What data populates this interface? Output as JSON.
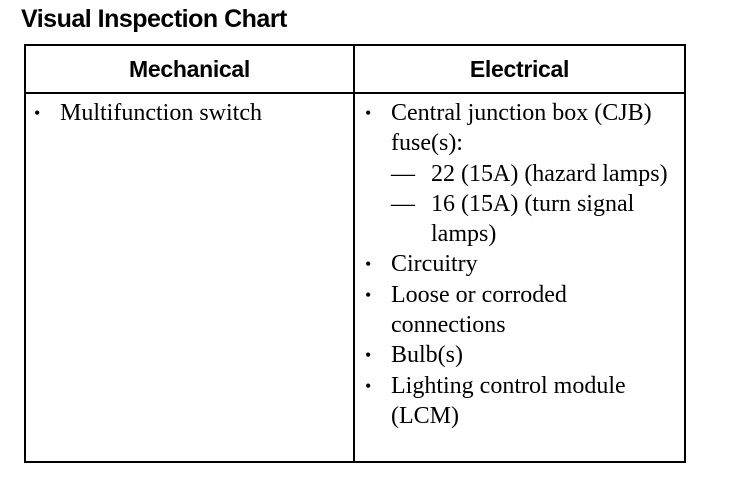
{
  "title": "Visual Inspection Chart",
  "table": {
    "headers": {
      "mechanical": "Mechanical",
      "electrical": "Electrical"
    },
    "mechanical_items": [
      "Multifunction switch"
    ],
    "electrical_items": [
      {
        "text": "Central junction box (CJB) fuse(s):",
        "subitems": [
          "22 (15A) (hazard lamps)",
          "16 (15A) (turn signal lamps)"
        ]
      },
      {
        "text": "Circuitry"
      },
      {
        "text": "Loose or corroded connections"
      },
      {
        "text": "Bulb(s)"
      },
      {
        "text": "Lighting control module (LCM)"
      }
    ]
  },
  "symbols": {
    "bullet": "•",
    "dash": "—"
  }
}
